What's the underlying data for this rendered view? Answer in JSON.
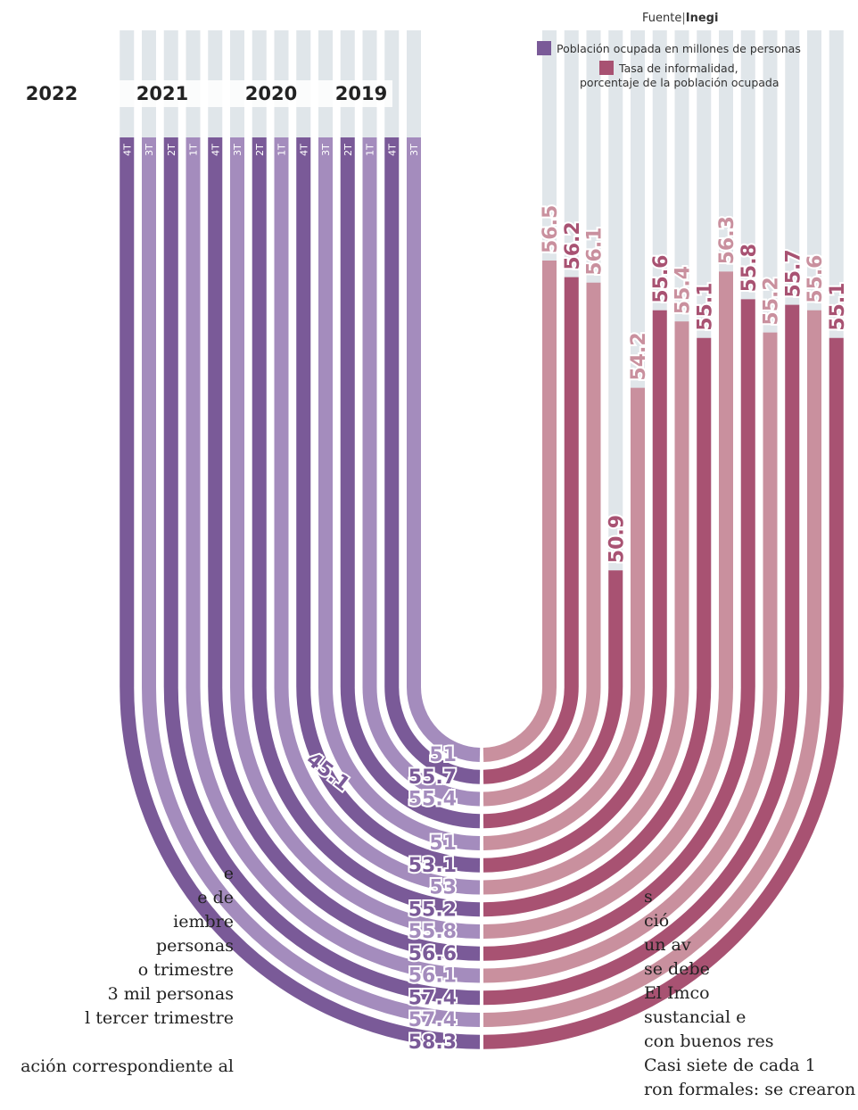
{
  "source": {
    "prefix": "Fuente",
    "name": "Inegi"
  },
  "legend": {
    "employed": "Población ocupada en millones de personas",
    "informality_line1": "Tasa de informalidad,",
    "informality_line2": "porcentaje de la población ocupada"
  },
  "colors": {
    "purple_dark": "#7a5a98",
    "purple_light": "#a48cbd",
    "red_dark": "#a85272",
    "red_light": "#c9909e",
    "grey_track": "#e0e6ea"
  },
  "chart_data": {
    "type": "bar",
    "title": "",
    "series": [
      {
        "name": "Población ocupada en millones de personas",
        "categories": [
          "2019 3T",
          "2019 4T",
          "2020 1T",
          "2020 2T",
          "2020 3T",
          "2020 4T",
          "2021 1T",
          "2021 2T",
          "2021 3T",
          "2021 4T",
          "2022 1T",
          "2022 2T",
          "2022 3T",
          "2022 4T"
        ],
        "values": [
          51,
          55.7,
          55.4,
          45.1,
          51,
          53.1,
          53,
          55.2,
          55.8,
          56.6,
          56.1,
          57.4,
          57.4,
          58.3
        ]
      },
      {
        "name": "Tasa de informalidad, porcentaje de la población ocupada",
        "categories": [
          "2019 3T",
          "2019 4T",
          "2020 1T",
          "2020 2T",
          "2020 3T",
          "2020 4T",
          "2021 1T",
          "2021 2T",
          "2021 3T",
          "2021 4T",
          "2022 1T",
          "2022 2T",
          "2022 3T",
          "2022 4T"
        ],
        "values": [
          56.5,
          56.2,
          56.1,
          50.9,
          54.2,
          55.6,
          55.4,
          55.1,
          56.3,
          55.8,
          55.2,
          55.7,
          55.6,
          55.1
        ]
      }
    ],
    "years": [
      "2019",
      "2020",
      "2021",
      "2022"
    ],
    "quarter_labels": [
      "3T",
      "4T",
      "1T",
      "2T",
      "3T",
      "4T",
      "1T",
      "2T",
      "3T",
      "4T",
      "1T",
      "2T",
      "3T",
      "4T"
    ],
    "grid": false,
    "legend_position": "top-right"
  },
  "text_left": [
    "e",
    "e de",
    "iembre",
    "personas",
    "o trimestre",
    "3 mil personas",
    "l tercer trimestre",
    "",
    "ación correspondiente al"
  ],
  "text_right": [
    "s",
    "ció",
    "un av",
    "se debe",
    "El Imco",
    "sustancial e",
    "con buenos res",
    "Casi siete de cada 1",
    "ron formales: se crearon"
  ]
}
